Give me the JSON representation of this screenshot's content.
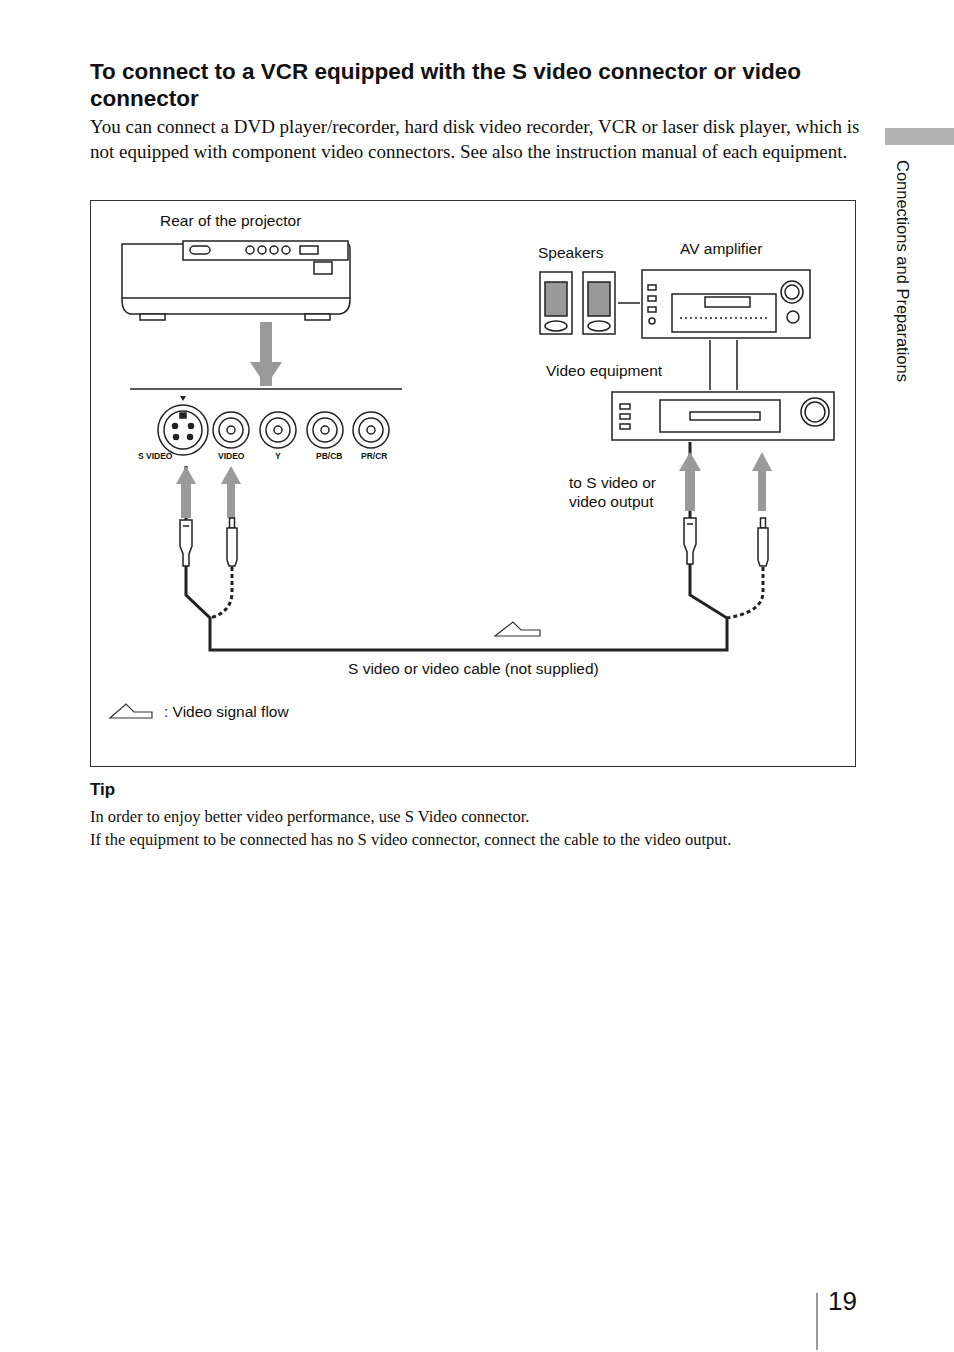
{
  "diagram": {
    "title": "To connect to a VCR equipped with the S video connector or video connector",
    "nodes": [
      {
        "text": [
          "Rear of the projector"
        ]
      },
      {
        "text": [
          "Speakers"
        ]
      },
      {
        "text": [
          "AV amplifier"
        ]
      },
      {
        "text": [
          "Video equipment"
        ]
      },
      {
        "text": [
          "S VIDEO",
          "VIDEO",
          "Y",
          "PB/CB",
          "PR/CR"
        ]
      }
    ],
    "edges": [
      {
        "from": 0,
        "to": 4,
        "arrow": "to"
      },
      {
        "from": 1,
        "to": 2,
        "arrow": "none"
      },
      {
        "from": 2,
        "to": 3,
        "arrow": "none"
      },
      {
        "from": 3,
        "to": 4,
        "arrow": "to",
        "label": "S video or video cable (not supplied)"
      }
    ],
    "labels": [
      "You can connect a DVD player/recorder, hard disk video recorder, VCR or laser disk player, which is not equipped with component video connectors. See also the instruction manual of each equipment.",
      "to S video or video output",
      "Tip",
      "In order to enjoy better video performance, use S Video connector.",
      "If the equipment to be connected has no S video connector, connect the cable to the video output.",
      "Connections and Preparations",
      "19"
    ],
    "legend": [
      {
        "text": ": Video signal flow"
      }
    ]
  }
}
